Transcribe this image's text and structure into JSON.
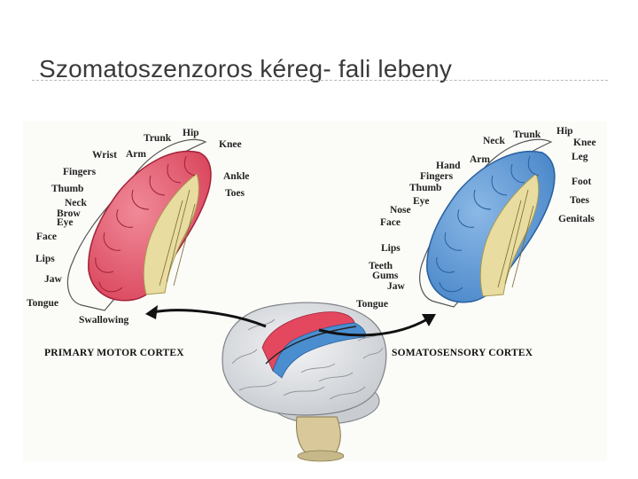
{
  "slide": {
    "title": "Szomatoszenzoros kéreg- fali lebeny"
  },
  "motor_cortex": {
    "caption": "PRIMARY MOTOR CORTEX",
    "color": "#e3485f",
    "labels": [
      "Hip",
      "Trunk",
      "Knee",
      "Wrist",
      "Arm",
      "Fingers",
      "Ankle",
      "Thumb",
      "Toes",
      "Neck",
      "Brow",
      "Eye",
      "Face",
      "Lips",
      "Jaw",
      "Tongue",
      "Swallowing"
    ]
  },
  "sensory_cortex": {
    "caption": "SOMATOSENSORY CORTEX",
    "color": "#4a8ed0",
    "labels": [
      "Neck",
      "Trunk",
      "Hip",
      "Knee",
      "Leg",
      "Hand",
      "Arm",
      "Fingers",
      "Foot",
      "Thumb",
      "Eye",
      "Toes",
      "Nose",
      "Genitals",
      "Face",
      "Lips",
      "Teeth",
      "Gums",
      "Jaw",
      "Tongue"
    ]
  },
  "brain": {
    "color": "#d9dce0"
  }
}
